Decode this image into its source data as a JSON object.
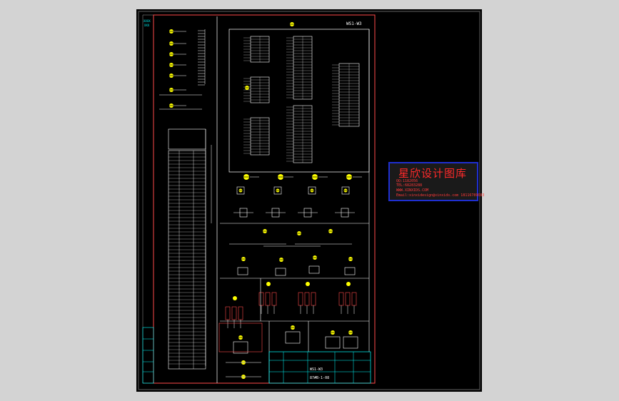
{
  "drawing": {
    "top_right_label": "WS1-W3",
    "bottom_right_title": "WS1-W3",
    "bottom_right_number": "87#B-1-08"
  },
  "stamp": {
    "title": "星欣设计图库",
    "qq_line": "QQ:1182056",
    "tel_line": "TEL:68283288",
    "web_line": "WWW.XINXIDS.COM",
    "email_line": "Email:xinxidesign@xinxids.com 18116789083"
  },
  "colors": {
    "background": "#d3d3d3",
    "sheet": "#000000",
    "border": "#ff4a4a",
    "lines": "#ffffff",
    "symbols": "#ffff00",
    "labels": "#00ffff",
    "stamp_text": "#ff2a2a",
    "stamp_border": "#1f2fd0"
  }
}
